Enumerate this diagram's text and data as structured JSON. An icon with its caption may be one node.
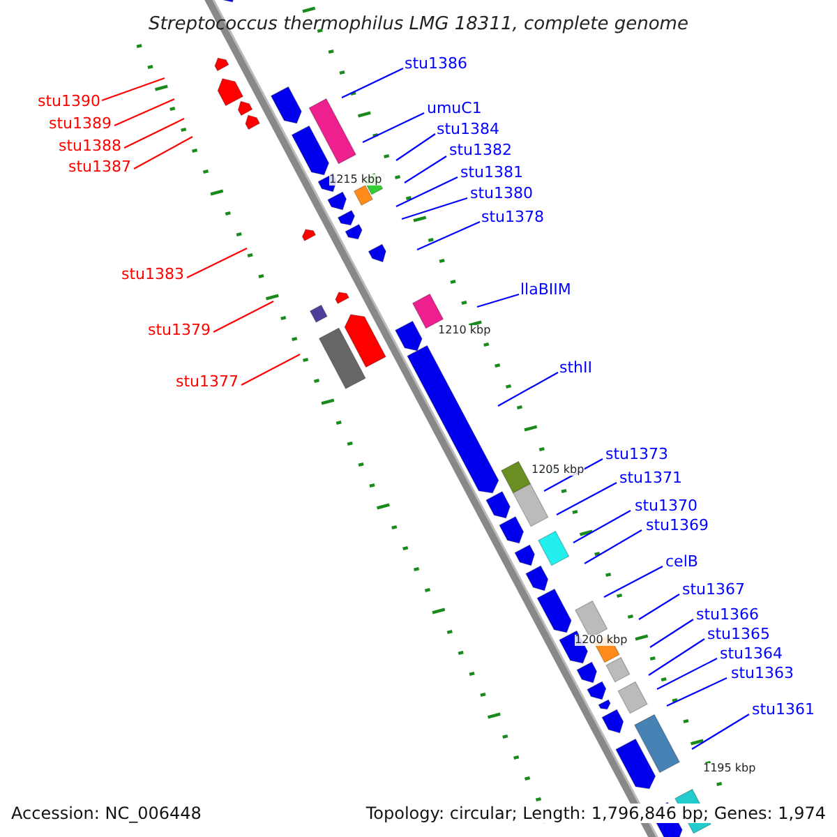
{
  "diagram": {
    "title": "Streptococcus thermophilus LMG 18311, complete genome",
    "nodes": [
      {
        "text": [
          "stu1386"
        ]
      },
      {
        "text": [
          "stu1390"
        ]
      },
      {
        "text": [
          "umuC1"
        ]
      },
      {
        "text": [
          "stu1389"
        ]
      },
      {
        "text": [
          "stu1384"
        ]
      },
      {
        "text": [
          "stu1388"
        ]
      },
      {
        "text": [
          "stu1382"
        ]
      },
      {
        "text": [
          "stu1387"
        ]
      },
      {
        "text": [
          "stu1381"
        ]
      },
      {
        "text": [
          "stu1380"
        ]
      },
      {
        "text": [
          "stu1378"
        ]
      },
      {
        "text": [
          "stu1383"
        ]
      },
      {
        "text": [
          "llaBIIM"
        ]
      },
      {
        "text": [
          "stu1379"
        ]
      },
      {
        "text": [
          "sthII"
        ]
      },
      {
        "text": [
          "stu1377"
        ]
      },
      {
        "text": [
          "stu1373"
        ]
      },
      {
        "text": [
          "stu1371"
        ]
      },
      {
        "text": [
          "stu1370"
        ]
      },
      {
        "text": [
          "stu1369"
        ]
      },
      {
        "text": [
          "celB"
        ]
      },
      {
        "text": [
          "stu1367"
        ]
      },
      {
        "text": [
          "stu1366"
        ]
      },
      {
        "text": [
          "stu1365"
        ]
      },
      {
        "text": [
          "stu1364"
        ]
      },
      {
        "text": [
          "stu1363"
        ]
      },
      {
        "text": [
          "stu1361"
        ]
      }
    ],
    "edges": [
      {
        "from": 0,
        "to": null,
        "arrow": "none"
      },
      {
        "from": 1,
        "to": null,
        "arrow": "none",
        "color": "#ff0000"
      },
      {
        "from": 2,
        "to": null,
        "arrow": "none"
      },
      {
        "from": 3,
        "to": null,
        "arrow": "none",
        "color": "#ff0000"
      },
      {
        "from": 4,
        "to": null,
        "arrow": "none"
      },
      {
        "from": 5,
        "to": null,
        "arrow": "none",
        "color": "#ff0000"
      },
      {
        "from": 6,
        "to": null,
        "arrow": "none"
      },
      {
        "from": 7,
        "to": null,
        "arrow": "none",
        "color": "#ff0000"
      },
      {
        "from": 8,
        "to": null,
        "arrow": "none"
      },
      {
        "from": 9,
        "to": null,
        "arrow": "none"
      },
      {
        "from": 10,
        "to": null,
        "arrow": "none"
      },
      {
        "from": 11,
        "to": null,
        "arrow": "none",
        "color": "#ff0000"
      },
      {
        "from": 12,
        "to": null,
        "arrow": "none"
      },
      {
        "from": 13,
        "to": null,
        "arrow": "none",
        "color": "#ff0000"
      },
      {
        "from": 14,
        "to": null,
        "arrow": "none"
      },
      {
        "from": 15,
        "to": null,
        "arrow": "none",
        "color": "#ff0000"
      },
      {
        "from": 16,
        "to": null,
        "arrow": "none"
      },
      {
        "from": 17,
        "to": null,
        "arrow": "none"
      },
      {
        "from": 18,
        "to": null,
        "arrow": "none"
      },
      {
        "from": 19,
        "to": null,
        "arrow": "none"
      },
      {
        "from": 20,
        "to": null,
        "arrow": "none"
      },
      {
        "from": 21,
        "to": null,
        "arrow": "none"
      },
      {
        "from": 22,
        "to": null,
        "arrow": "none"
      },
      {
        "from": 23,
        "to": null,
        "arrow": "none"
      },
      {
        "from": 24,
        "to": null,
        "arrow": "none"
      },
      {
        "from": 25,
        "to": null,
        "arrow": "none"
      },
      {
        "from": 26,
        "to": null,
        "arrow": "none"
      }
    ],
    "labels": [
      "1215 kbp",
      "1210 kbp",
      "1205 kbp",
      "1200 kbp",
      "1195 kbp",
      "Accession: NC_006448",
      "Topology: circular; Length: 1,796,846 bp; Genes: 1,974"
    ]
  }
}
